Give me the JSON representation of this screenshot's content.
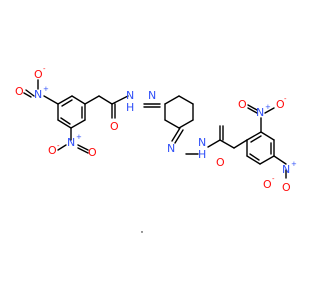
{
  "colors": {
    "oxygen": "#ff0d0d",
    "nitrogen": "#3050f8",
    "bond": "#000000",
    "background": "#ffffff"
  },
  "atoms": {
    "o_upper_1": "O",
    "n_upper_1": "N",
    "plus_upper_1": "+",
    "o2_upper_1": "O",
    "minus_upper_1": "-",
    "o_upper_2": "O",
    "n_upper_2": "N",
    "plus_upper_2": "+",
    "o2_upper_2": "O",
    "minus_upper_2": "-",
    "amide_o_upper": "O",
    "nh_upper_n": "N",
    "nh_upper_h": "H",
    "azine_n_upper": "N",
    "azine_n_lower": "N",
    "nh_lower_n": "N",
    "nh_lower_h": "H",
    "amide_o_lower": "O",
    "n_lower_1": "N",
    "plus_lower_1": "+",
    "o_lower_1": "O",
    "minus_lower_1": "-",
    "o2_lower_1": "O",
    "n_lower_2": "N",
    "plus_lower_2": "+",
    "o_lower_2": "O",
    "minus_lower_2": "-",
    "o2_lower_2": "O"
  }
}
